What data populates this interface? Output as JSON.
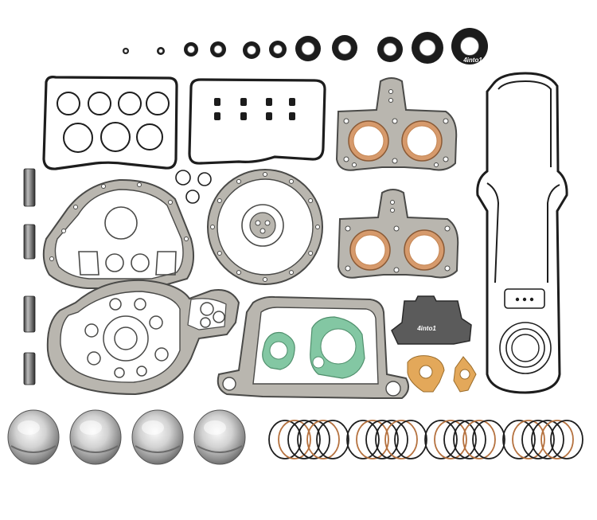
{
  "product": {
    "brand_label_large": "4into1",
    "brand_label_small": "4into1"
  },
  "counts": {
    "pistons": 4,
    "ring_sets": 4,
    "seals": 11,
    "dowels": 4
  },
  "colors": {
    "background": "#ffffff",
    "gasket_fiber": "#b9b6af",
    "gasket_edge": "#4a4a48",
    "rubber": "#1c1c1c",
    "copper_ring": "#d69a6c",
    "green_gasket": "#83c7a3",
    "paper_gasket": "#e3a85a",
    "piston_metal": "#c9c9c9",
    "ring_copper": "#b5713e"
  }
}
